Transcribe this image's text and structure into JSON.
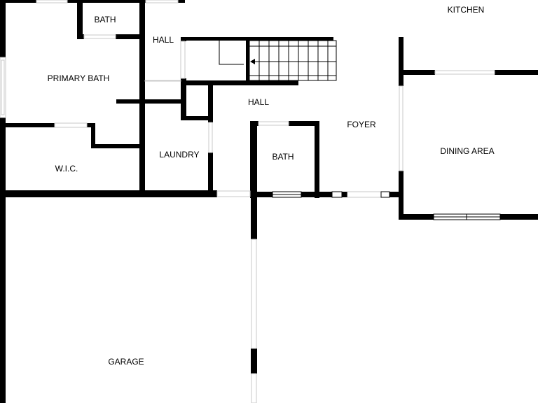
{
  "colors": {
    "wall": "#000000",
    "background": "#ffffff",
    "opening": "#c8c8c8"
  },
  "rooms": {
    "bath_top": "BATH",
    "hall_top": "HALL",
    "kitchen": "KITCHEN",
    "primary_bath": "PRIMARY BATH",
    "hall_mid": "HALL",
    "foyer": "FOYER",
    "wic": "W.I.C.",
    "laundry": "LAUNDRY",
    "bath_mid": "BATH",
    "dining_area": "DINING AREA",
    "garage": "GARAGE"
  }
}
